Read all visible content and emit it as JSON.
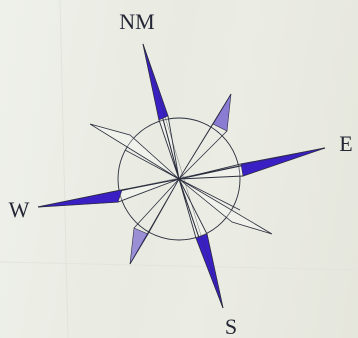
{
  "labels": {
    "north": "NM",
    "east": "E",
    "south": "S",
    "west": "W"
  },
  "colors": {
    "paper": "#edeee6",
    "ink": "#2b2e3d",
    "fill": "#3a1fc4"
  }
}
